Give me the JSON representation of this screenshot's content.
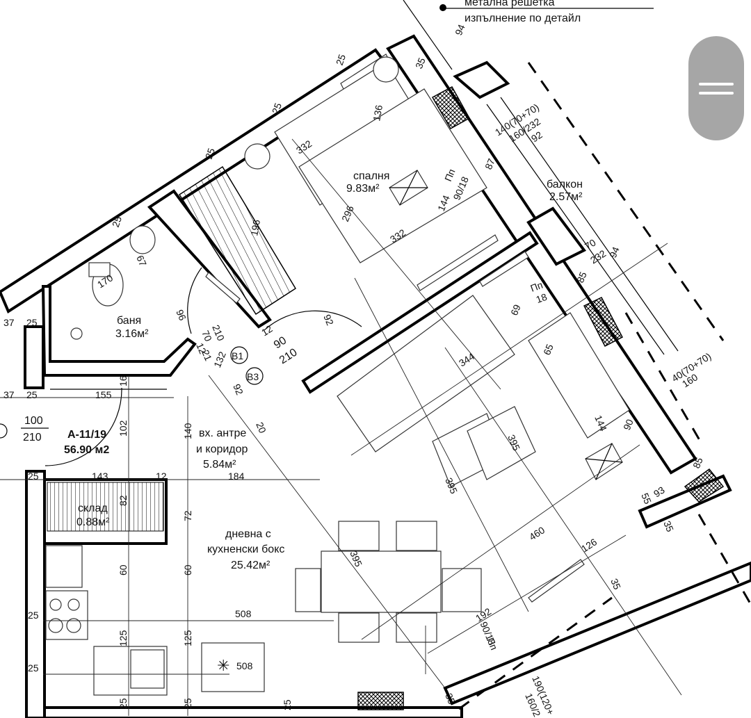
{
  "notes": {
    "line1": "метална решетка",
    "line2": "изпълнение по детайл"
  },
  "apartment": {
    "id": "А-11/19",
    "area": "56.90 м2"
  },
  "rooms": {
    "bedroom": {
      "name": "спалня",
      "area": "9.83м²"
    },
    "balcony": {
      "name": "балкон",
      "area": "2.57м²"
    },
    "bathroom": {
      "name": "баня",
      "area": "3.16м²"
    },
    "corridor": {
      "line1": "вх. антре",
      "line2": "и коридор",
      "area": "5.84м²"
    },
    "storage": {
      "name": "склад",
      "area": "0.88м²"
    },
    "living": {
      "line1": "дневна с",
      "line2": "кухненски бокс",
      "area": "25.42м²"
    }
  },
  "tags": {
    "b1": "B1",
    "b3": "B3",
    "pp_label": "Пп",
    "pp1": "90/18",
    "pp2": "18",
    "pp3": "90/18"
  },
  "dimensions": {
    "d25a": "25",
    "d25b": "25",
    "d25c": "25",
    "d25d": "25",
    "d25e": "25",
    "d25f": "25",
    "d25g": "25",
    "d25h": "25",
    "d25i": "25",
    "d25j": "25",
    "d25k": "25",
    "d25l": "25",
    "d35a": "35",
    "d35b": "35",
    "d35c": "35",
    "d35d": "35",
    "d136": "136",
    "d332a": "332",
    "d332b": "332",
    "d296": "296",
    "d196": "196",
    "d144a": "144",
    "d144b": "144",
    "d87": "87",
    "d92a": "92",
    "d92b": "92",
    "d92c": "92",
    "d94a": "94",
    "d94b": "94",
    "d140a": "140(70+70)",
    "d160a": "160/232",
    "d70": "70",
    "d232": "232",
    "d85a": "85",
    "d85b": "85",
    "d69": "69",
    "d65": "65",
    "d344": "344",
    "d395a": "395",
    "d395b": "395",
    "d395c": "395",
    "d460": "460",
    "d126": "126",
    "d55": "55",
    "d93": "93",
    "d90a": "90",
    "d90b": "90",
    "d210a": "210",
    "d210b": "210",
    "d210c": "210",
    "d70b": "70",
    "d12a": "12",
    "d12b": "12",
    "d21": "21",
    "d132": "132",
    "d96": "96",
    "d170": "170",
    "d67": "67",
    "d37a": "37",
    "d37b": "37",
    "d155": "155",
    "d16": "16",
    "d100": "100",
    "d102": "102",
    "d140b": "140",
    "d20": "20",
    "d143": "143",
    "d184": "184",
    "d82": "82",
    "d72": "72",
    "d60a": "60",
    "d60b": "60",
    "d508a": "508",
    "d508b": "508",
    "d125a": "125",
    "d125b": "125",
    "d192": "192",
    "d40": "40(70+70)",
    "d160b": "160",
    "d190": "190(120+",
    "d160c": "160/2"
  }
}
